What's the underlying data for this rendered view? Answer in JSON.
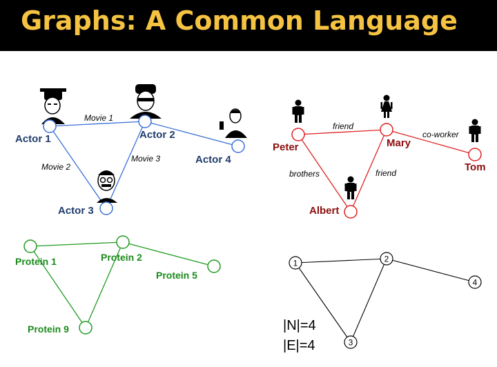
{
  "title": "Graphs: A Common Language",
  "colors": {
    "title_text": "#f5c242",
    "title_bg": "#000000",
    "movie_graph": "#3a6fd8",
    "social_graph": "#e02020",
    "protein_graph": "#1f9a1f",
    "abstract_graph": "#000000"
  },
  "movie_graph": {
    "nodes": [
      {
        "id": "a1",
        "label": "Actor 1"
      },
      {
        "id": "a2",
        "label": "Actor 2"
      },
      {
        "id": "a3",
        "label": "Actor 3"
      },
      {
        "id": "a4",
        "label": "Actor 4"
      }
    ],
    "edges": [
      {
        "from": "a1",
        "to": "a2",
        "label": "Movie 1"
      },
      {
        "from": "a1",
        "to": "a3",
        "label": "Movie 2"
      },
      {
        "from": "a2",
        "to": "a3",
        "label": "Movie 3"
      },
      {
        "from": "a2",
        "to": "a4",
        "label": ""
      }
    ]
  },
  "social_graph": {
    "nodes": [
      {
        "id": "peter",
        "label": "Peter"
      },
      {
        "id": "mary",
        "label": "Mary"
      },
      {
        "id": "tom",
        "label": "Tom"
      },
      {
        "id": "albert",
        "label": "Albert"
      }
    ],
    "edges": [
      {
        "from": "peter",
        "to": "mary",
        "label": "friend"
      },
      {
        "from": "mary",
        "to": "tom",
        "label": "co-worker"
      },
      {
        "from": "peter",
        "to": "albert",
        "label": "brothers"
      },
      {
        "from": "mary",
        "to": "albert",
        "label": "friend"
      }
    ]
  },
  "protein_graph": {
    "nodes": [
      {
        "id": "p1",
        "label": "Protein 1"
      },
      {
        "id": "p2",
        "label": "Protein 2"
      },
      {
        "id": "p5",
        "label": "Protein 5"
      },
      {
        "id": "p9",
        "label": "Protein 9"
      }
    ],
    "edges": [
      {
        "from": "p1",
        "to": "p2"
      },
      {
        "from": "p2",
        "to": "p5"
      },
      {
        "from": "p1",
        "to": "p9"
      },
      {
        "from": "p2",
        "to": "p9"
      }
    ]
  },
  "abstract_graph": {
    "nodes": [
      {
        "id": "n1",
        "label": "1"
      },
      {
        "id": "n2",
        "label": "2"
      },
      {
        "id": "n3",
        "label": "3"
      },
      {
        "id": "n4",
        "label": "4"
      }
    ],
    "edges": [
      {
        "from": "n1",
        "to": "n2"
      },
      {
        "from": "n2",
        "to": "n4"
      },
      {
        "from": "n1",
        "to": "n3"
      },
      {
        "from": "n2",
        "to": "n3"
      }
    ],
    "stats": {
      "nodes": "|N|=4",
      "edges": "|E|=4"
    }
  }
}
